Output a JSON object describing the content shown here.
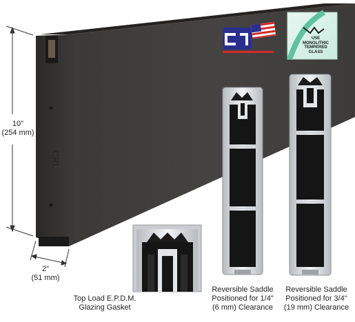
{
  "dimensions": {
    "height_in": "10\"",
    "height_mm": "(254 mm)",
    "width_in": "2\"",
    "width_mm": "(51 mm)"
  },
  "captions": {
    "gasket_line1": "Top Load E.P.D.M.",
    "gasket_line2": "Glazing Gasket",
    "saddle_quarter_line1": "Reversible Saddle",
    "saddle_quarter_line2": "Positioned for 1/4\"",
    "saddle_quarter_line3": "(6 mm) Clearance",
    "saddle_threequarter_line1": "Reversible Saddle",
    "saddle_threequarter_line2": "Positioned for 3/4\"",
    "saddle_threequarter_line3": "(19 mm) Clearance"
  },
  "badge": {
    "line1": "USE",
    "line2": "MONOLITHIC",
    "line3": "TEMPERED",
    "line4": "GLASS"
  },
  "colors": {
    "rail": "#3f3d3c",
    "rail_top": "#252423",
    "profile_fill": "#151515",
    "profile_frame": "#d9dcdf",
    "badge_green": "#5fc2a0",
    "logo_blue": "#2a2f8f",
    "logo_red": "#d62a2a"
  }
}
